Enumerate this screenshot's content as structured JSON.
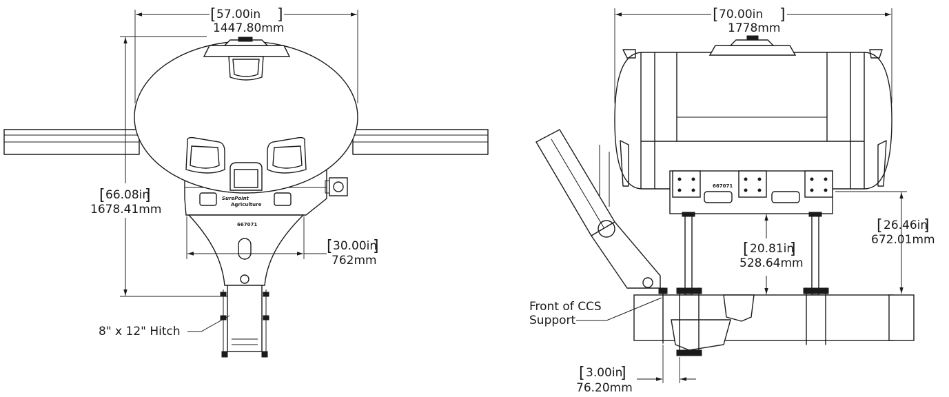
{
  "left_view": {
    "width": {
      "inch": "57.00in",
      "mm": "1447.80mm"
    },
    "height": {
      "inch": "66.08in",
      "mm": "1678.41mm"
    },
    "inner_width": {
      "inch": "30.00in",
      "mm": "762mm"
    },
    "hitch_callout": "8\" x 12\" Hitch",
    "brand": "SurePoint",
    "sub_brand": "Agriculture",
    "part_tag": "667071"
  },
  "right_view": {
    "width": {
      "inch": "70.00in",
      "mm": "1778mm"
    },
    "height_to_stand": {
      "inch": "20.81in",
      "mm": "528.64mm"
    },
    "height_to_mount": {
      "inch": "26.46in",
      "mm": "672.01mm"
    },
    "offset": {
      "inch": "3.00in",
      "mm": "76.20mm"
    },
    "support_callout_line1": "Front of CCS",
    "support_callout_line2": "Support",
    "part_tag": "667071"
  }
}
